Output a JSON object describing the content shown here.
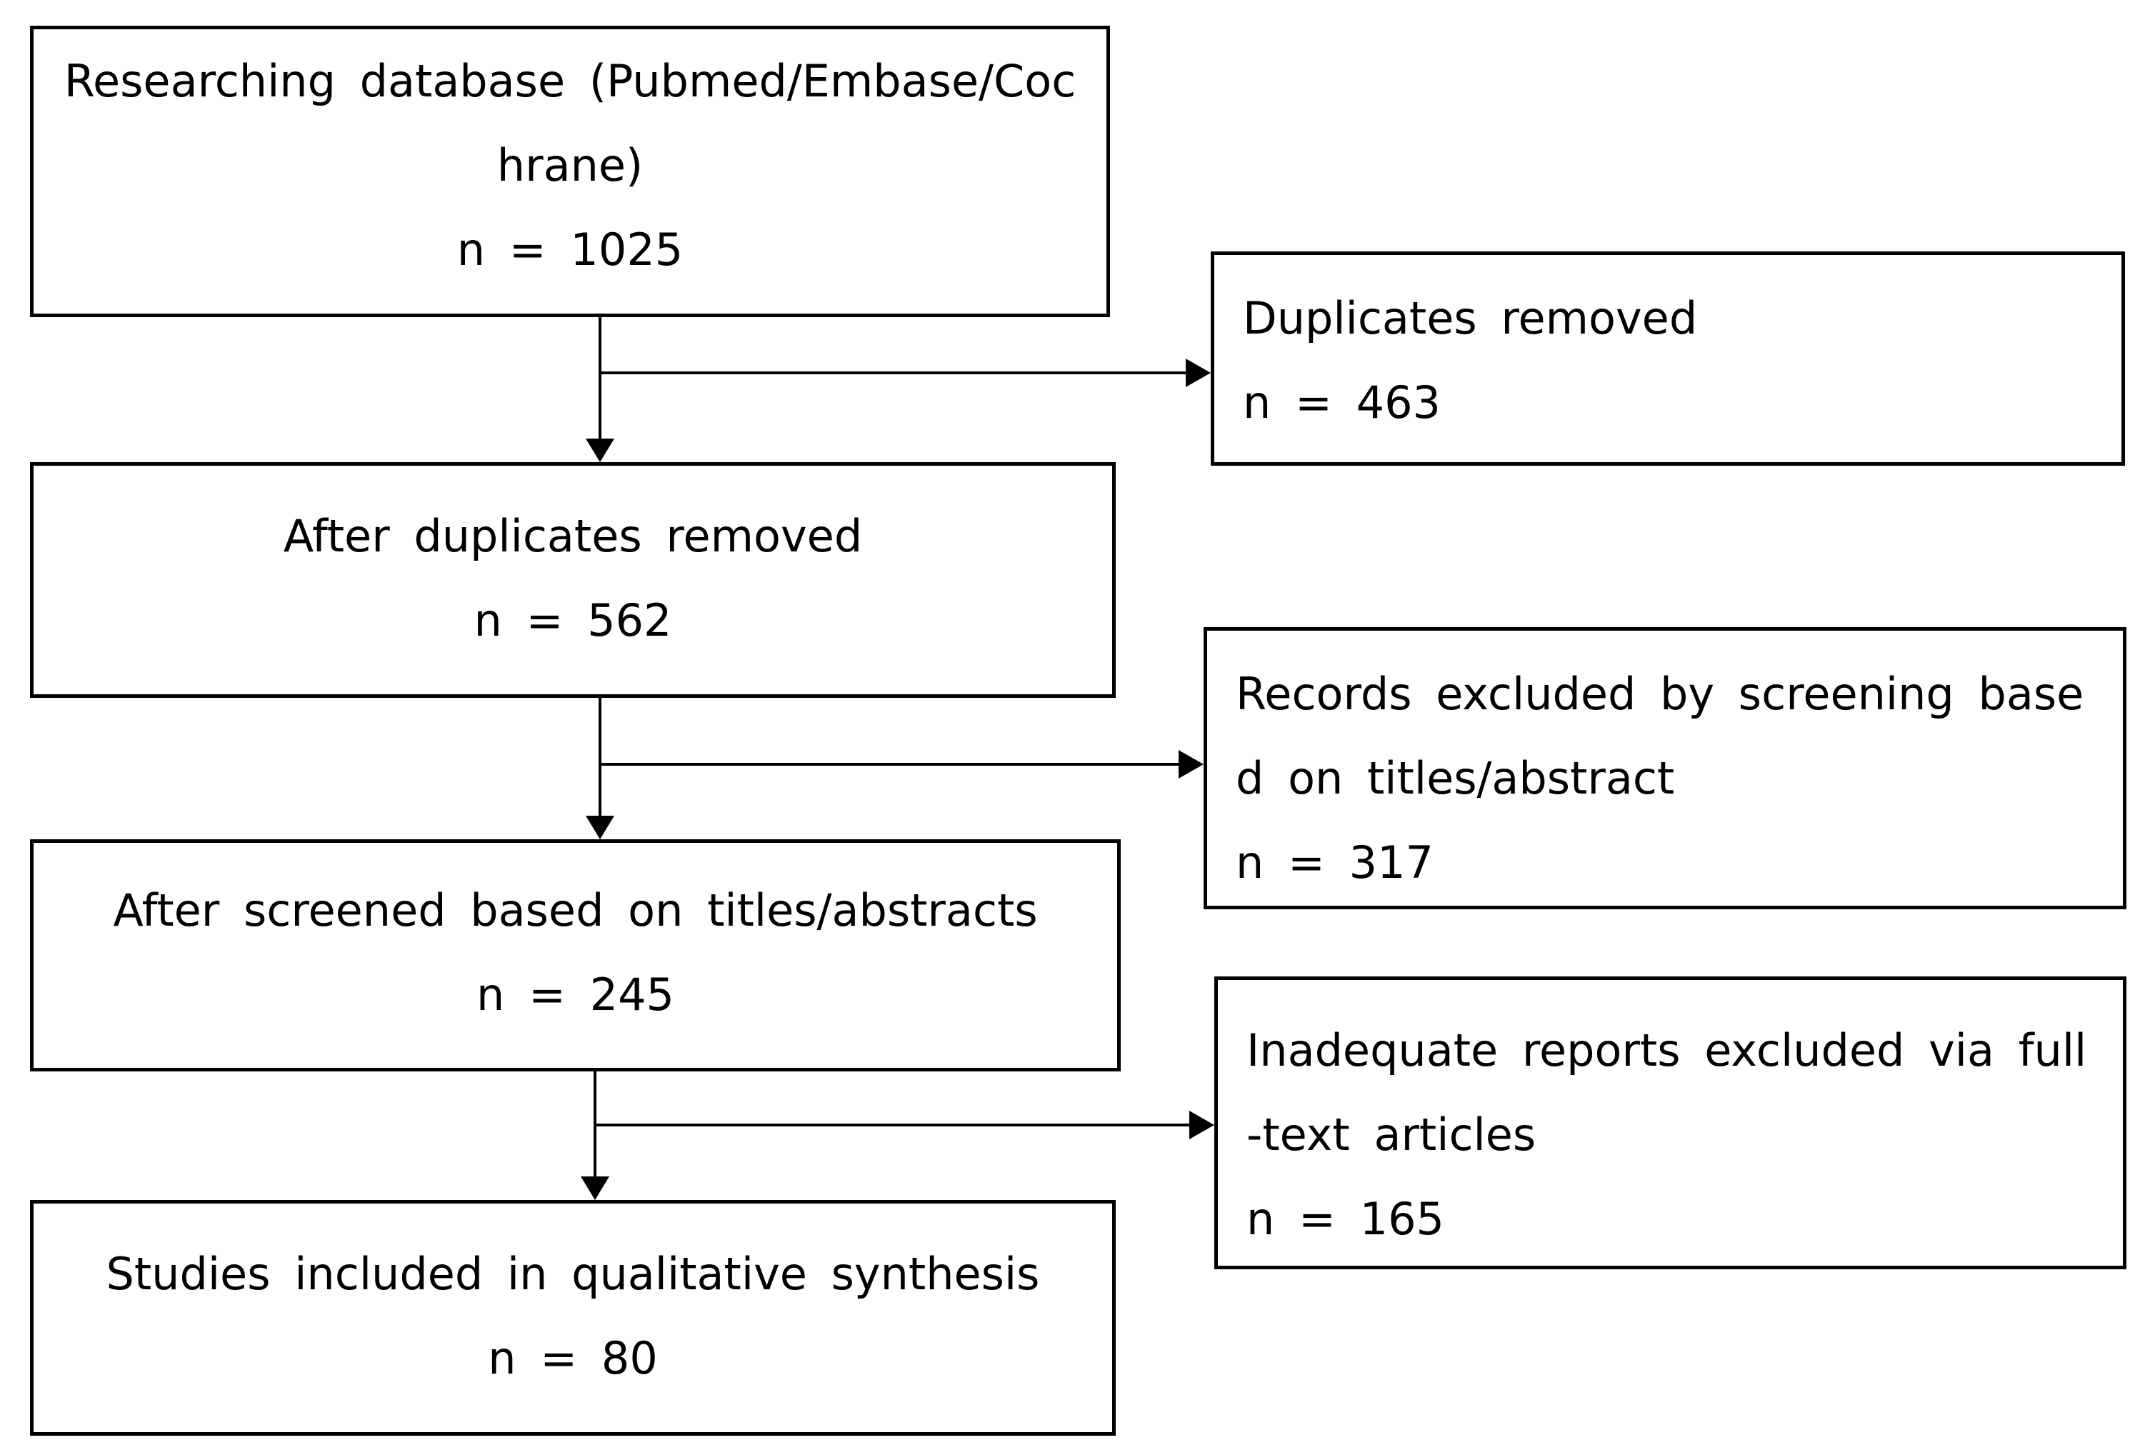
{
  "main_flow": [
    {
      "lines": [
        "Researching database (Pubmed/Embase/Coc",
        "hrane)",
        "n = 1025"
      ]
    },
    {
      "lines": [
        "After duplicates removed",
        "n = 562"
      ]
    },
    {
      "lines": [
        "After screened based on titles/abstracts",
        "n = 245"
      ]
    },
    {
      "lines": [
        "Studies included in qualitative synthesis",
        "n = 80"
      ]
    }
  ],
  "exclusions": [
    {
      "lines": [
        "Duplicates removed",
        "n = 463"
      ]
    },
    {
      "lines": [
        "Records excluded by screening base",
        "d on titles/abstract",
        "n = 317"
      ]
    },
    {
      "lines": [
        "Inadequate reports excluded via full",
        "-text articles",
        "n = 165"
      ]
    }
  ]
}
